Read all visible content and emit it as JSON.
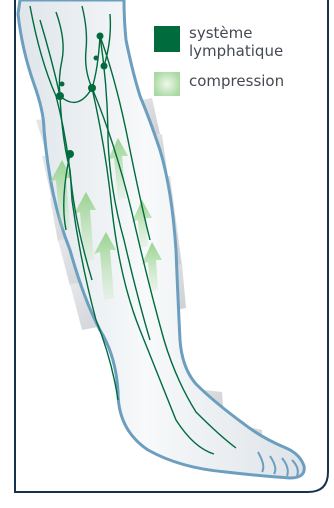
{
  "legend": {
    "items": [
      {
        "label_line1": "système",
        "label_line2": "lymphatique",
        "color": "#006b3d",
        "icon": "solid-square"
      },
      {
        "label": "compression",
        "color": "#a9d9a2",
        "icon": "glow-square"
      }
    ]
  },
  "colors": {
    "frame": "#15324f",
    "leg_outline": "#6c9ec0",
    "leg_fill": "#eef2f4",
    "bandage": "#d6d9dd",
    "lymph": "#006b3d",
    "compression_arrow": "#9dd390"
  }
}
